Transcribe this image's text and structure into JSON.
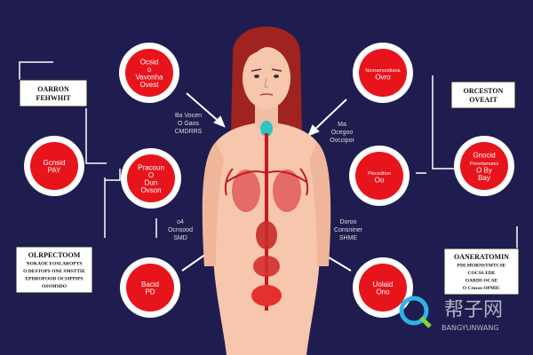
{
  "circles": [
    {
      "id": "tl",
      "lines": [
        "Ocsid",
        "o",
        "Vavonha",
        "Ovest"
      ]
    },
    {
      "id": "tr",
      "lines": [
        "Nooramoodiana",
        "Ovro"
      ]
    },
    {
      "id": "ml",
      "lines": [
        "Gcnsid",
        "PAY"
      ]
    },
    {
      "id": "mc",
      "lines": [
        "Pracoun",
        "O",
        "Dun",
        "Ovson"
      ]
    },
    {
      "id": "mr",
      "lines": [
        "Piocedtion",
        "Oo"
      ]
    },
    {
      "id": "rr",
      "lines": [
        "Gnocid",
        "Prenrtsmuies",
        "O By",
        "Bay"
      ]
    },
    {
      "id": "bl",
      "lines": [
        "Bacid",
        "PD"
      ]
    },
    {
      "id": "br",
      "lines": [
        "Uolaid",
        "Ono"
      ]
    }
  ],
  "boxes": [
    {
      "id": "box-tl",
      "lines": [
        "OARRON",
        "FEHWHIT"
      ]
    },
    {
      "id": "box-tr",
      "lines": [
        "ORCESTON",
        "OVEAIT"
      ]
    },
    {
      "id": "box-bl",
      "lines": [
        "OLRPECTOOM",
        "NOKAOE EOSLAROPTS",
        "O DESTOPS ONE SMSTTIE",
        "EPDROPOOD OCSIPPIPS",
        "OSOMSDO"
      ]
    },
    {
      "id": "box-br",
      "lines": [
        "OANERATOMIN",
        "PDLMORNSTMTCSE",
        "COCSS EDE",
        "OARDS OCAE",
        "O Crocos OPMIC"
      ]
    }
  ],
  "labels": [
    {
      "id": "lbl-1",
      "lines": [
        "Ba Vocen",
        "O Gaos",
        "CMDRRS"
      ]
    },
    {
      "id": "lbl-2",
      "lines": [
        "Ma",
        "Ocegoo",
        "Ovccipor"
      ]
    },
    {
      "id": "lbl-3",
      "lines": [
        "o4",
        "Ocnsood",
        "SMD"
      ]
    },
    {
      "id": "lbl-4",
      "lines": [
        "Doroo",
        "Consniner",
        "SHME"
      ]
    }
  ],
  "watermark": {
    "cn": "帮子网",
    "en": "BANGYUNWANG"
  },
  "colors": {
    "background": "#1f1d4f",
    "circle_red": "#e8141c",
    "circle_ring": "#ffffff",
    "skin": "#f6c6ad",
    "hair": "#a0231f",
    "organ": "#d42e2e",
    "thyroid": "#2fc4c4",
    "line": "#ffffff"
  }
}
